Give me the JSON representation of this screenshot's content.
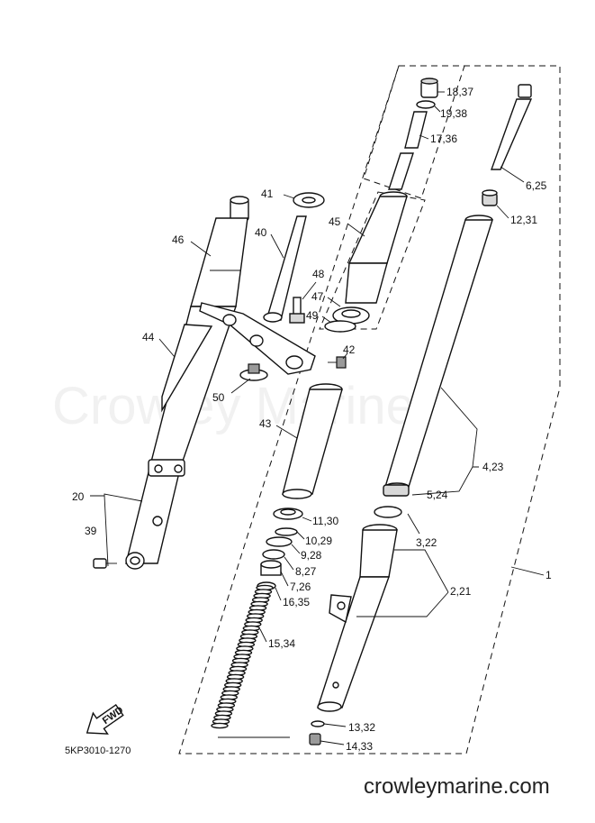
{
  "diagram": {
    "code": "5KP3010-1270",
    "watermark": "Crowley Marine",
    "website": "crowleymarine.com",
    "fwd": "FWD",
    "callouts": {
      "c18_37": "18,37",
      "c19_38": "19,38",
      "c17_36": "17,36",
      "c6_25": "6,25",
      "c12_31": "12,31",
      "c41": "41",
      "c46": "46",
      "c40": "40",
      "c45": "45",
      "c48": "48",
      "c47": "47",
      "c49": "49",
      "c44": "44",
      "c42": "42",
      "c50": "50",
      "c43": "43",
      "c4_23": "4,23",
      "c5_24": "5,24",
      "c20": "20",
      "c39": "39",
      "c11_30": "11,30",
      "c10_29": "10,29",
      "c9_28": "9,28",
      "c8_27": "8,27",
      "c7_26": "7,26",
      "c16_35": "16,35",
      "c3_22": "3,22",
      "c2_21": "2,21",
      "c1": "1",
      "c15_34": "15,34",
      "c13_32": "13,32",
      "c14_33": "14,33"
    }
  }
}
